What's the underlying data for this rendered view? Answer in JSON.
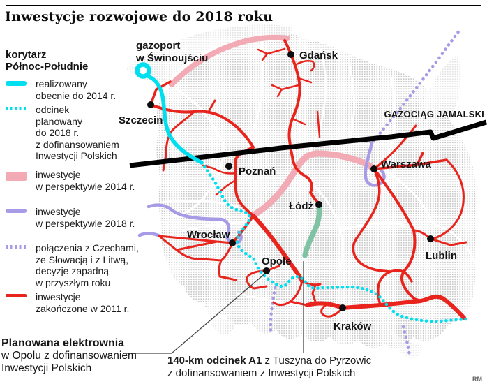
{
  "title": "Inwestycje rozwojowe do 2018 roku",
  "credit": "RM",
  "colors": {
    "corridor_realized": "#00dff0",
    "corridor_planned": "#00dff0",
    "investments_2014": "#f2abb4",
    "investments_2018": "#a79ae6",
    "international_connections": "#a79ae6",
    "investments_2011": "#e9241d",
    "jamal_pipeline": "#000000",
    "a1_section": "#7fc2a4",
    "map_halftone": "#c9c9c9"
  },
  "legend": {
    "heading": "korytarz\nPółnoc-Południe",
    "items": [
      {
        "type": "cyan-solid",
        "label": "realizowany\nobecnie do 2014 r."
      },
      {
        "type": "cyan-dotted",
        "label": "odcinek\nplanowany\ndo 2018 r.\nz dofinansowaniem\nInwestycji Polskich"
      },
      {
        "type": "pink-band",
        "label": "inwestycje\nw perspektywie 2014 r."
      },
      {
        "type": "purple-solid",
        "label": "inwestycje\nw perspektywie 2018 r."
      },
      {
        "type": "purple-dotted",
        "label": "połączenia z Czechami,\nze Słowacją i z Litwą,\ndecyzje zapadną\nw przyszłym roku"
      },
      {
        "type": "red-solid",
        "label": "inwestycje\nzakończone w 2011 r."
      }
    ]
  },
  "map": {
    "labels": {
      "gazoport_line1": "gazoport",
      "gazoport_line2": "w Świnoujściu",
      "jamal": "GAZOCIĄG JAMALSKI"
    },
    "cities": [
      {
        "name": "Gdańsk"
      },
      {
        "name": "Szczecin"
      },
      {
        "name": "Poznań"
      },
      {
        "name": "Warszawa"
      },
      {
        "name": "Łódź"
      },
      {
        "name": "Wrocław"
      },
      {
        "name": "Opole"
      },
      {
        "name": "Kraków"
      },
      {
        "name": "Lublin"
      }
    ]
  },
  "annotations": {
    "power_plant": {
      "title": "Planowana elektrownia",
      "line2": "w Opolu z dofinansowaniem",
      "line3": "Inwestycji Polskich"
    },
    "a1": {
      "highlight": "140-km odcinek A1",
      "rest": " z Tuszyna do Pyrzowic",
      "line2": "z dofinansowaniem z Inwestycji Polskich"
    }
  }
}
